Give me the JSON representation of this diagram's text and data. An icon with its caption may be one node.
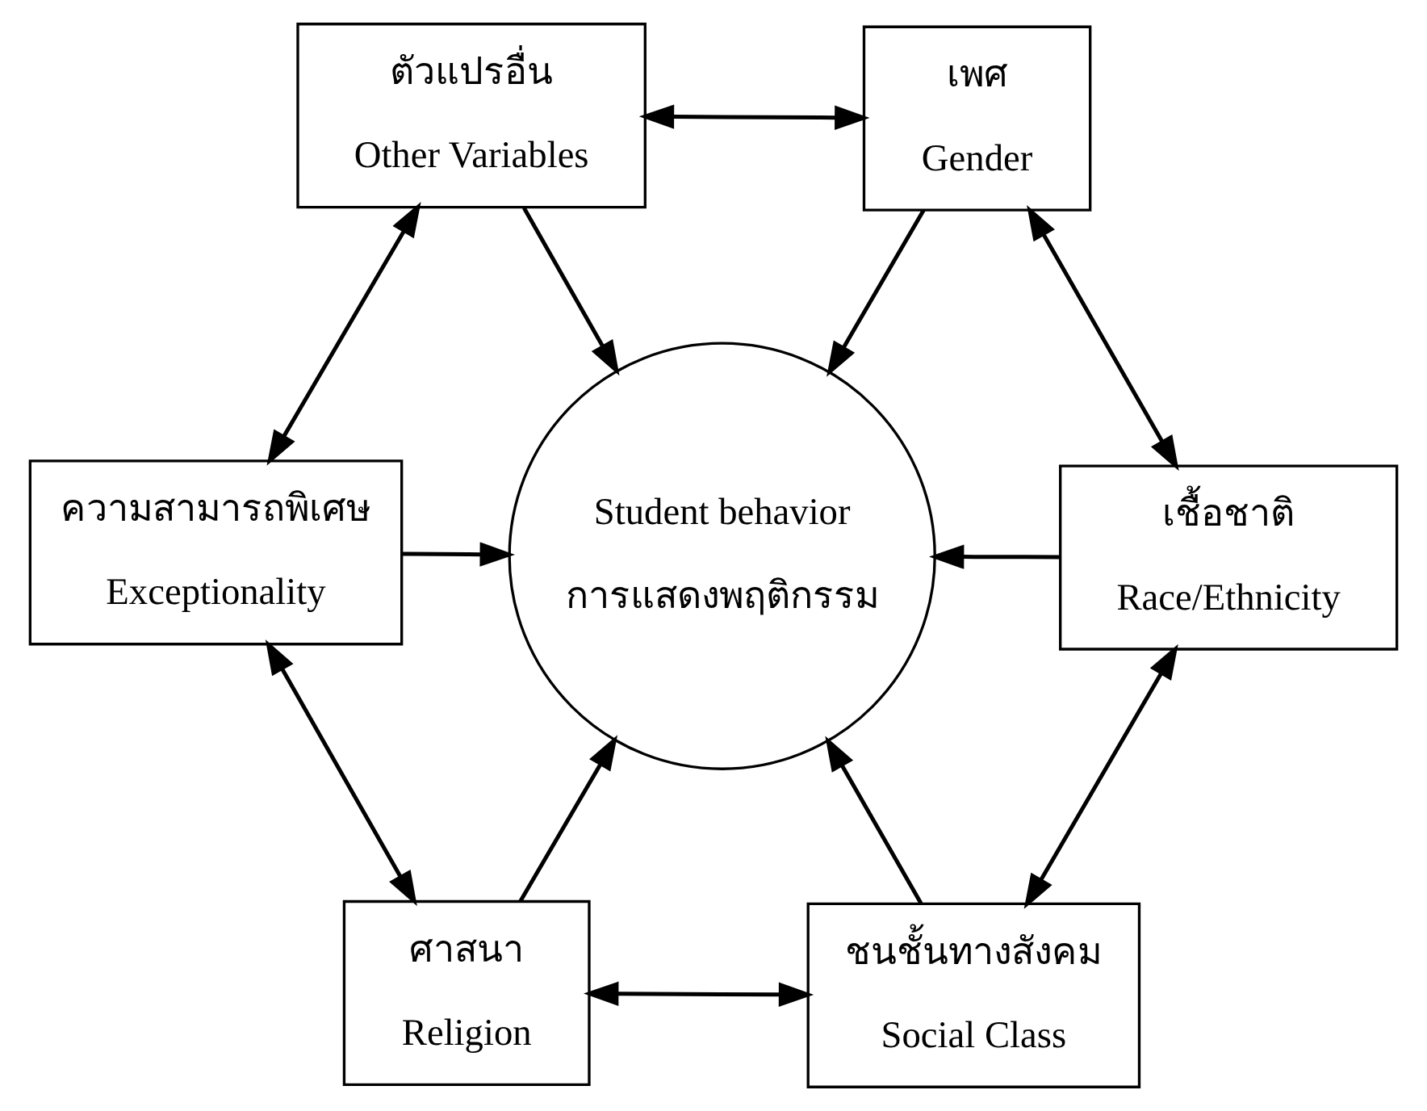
{
  "diagram": {
    "nodes": [
      {
        "text": [
          "เพศ",
          "Gender"
        ]
      },
      {
        "text": [
          "เชื้อชาติ",
          "Race/Ethnicity"
        ]
      },
      {
        "text": [
          "Student behavior",
          "การแสดงพฤติกรรม"
        ]
      },
      {
        "text": [
          "ตัวแปรอื่น",
          "Other Variables"
        ]
      },
      {
        "text": [
          "ชนชั้นทางสังคม",
          "Social Class"
        ]
      },
      {
        "text": [
          "ความสามารถพิเศษ",
          "Exceptionality"
        ]
      },
      {
        "text": [
          "ศาสนา",
          "Religion"
        ]
      }
    ],
    "edges": [
      {
        "from": 0,
        "to": 2,
        "arrow": "to"
      },
      {
        "from": 1,
        "to": 2,
        "arrow": "to"
      },
      {
        "from": 3,
        "to": 2,
        "arrow": "to"
      },
      {
        "from": 4,
        "to": 2,
        "arrow": "to"
      },
      {
        "from": 5,
        "to": 2,
        "arrow": "to"
      },
      {
        "from": 6,
        "to": 2,
        "arrow": "to"
      },
      {
        "from": 0,
        "to": 1,
        "arrow": "both"
      },
      {
        "from": 0,
        "to": 3,
        "arrow": "both"
      },
      {
        "from": 1,
        "to": 4,
        "arrow": "both"
      },
      {
        "from": 3,
        "to": 5,
        "arrow": "both"
      },
      {
        "from": 4,
        "to": 6,
        "arrow": "both"
      },
      {
        "from": 6,
        "to": 5,
        "arrow": "both"
      }
    ]
  }
}
